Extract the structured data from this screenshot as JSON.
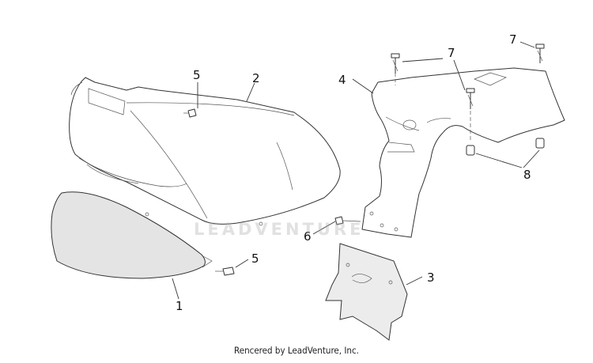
{
  "diagram": {
    "callouts": {
      "c1": "1",
      "c2": "2",
      "c3": "3",
      "c4": "4",
      "c5a": "5",
      "c5b": "5",
      "c6": "6",
      "c7a": "7",
      "c7b": "7",
      "c8": "8"
    },
    "watermark": "LEADVENTURE",
    "credit": "Rencered by LeadVenture, Inc."
  }
}
